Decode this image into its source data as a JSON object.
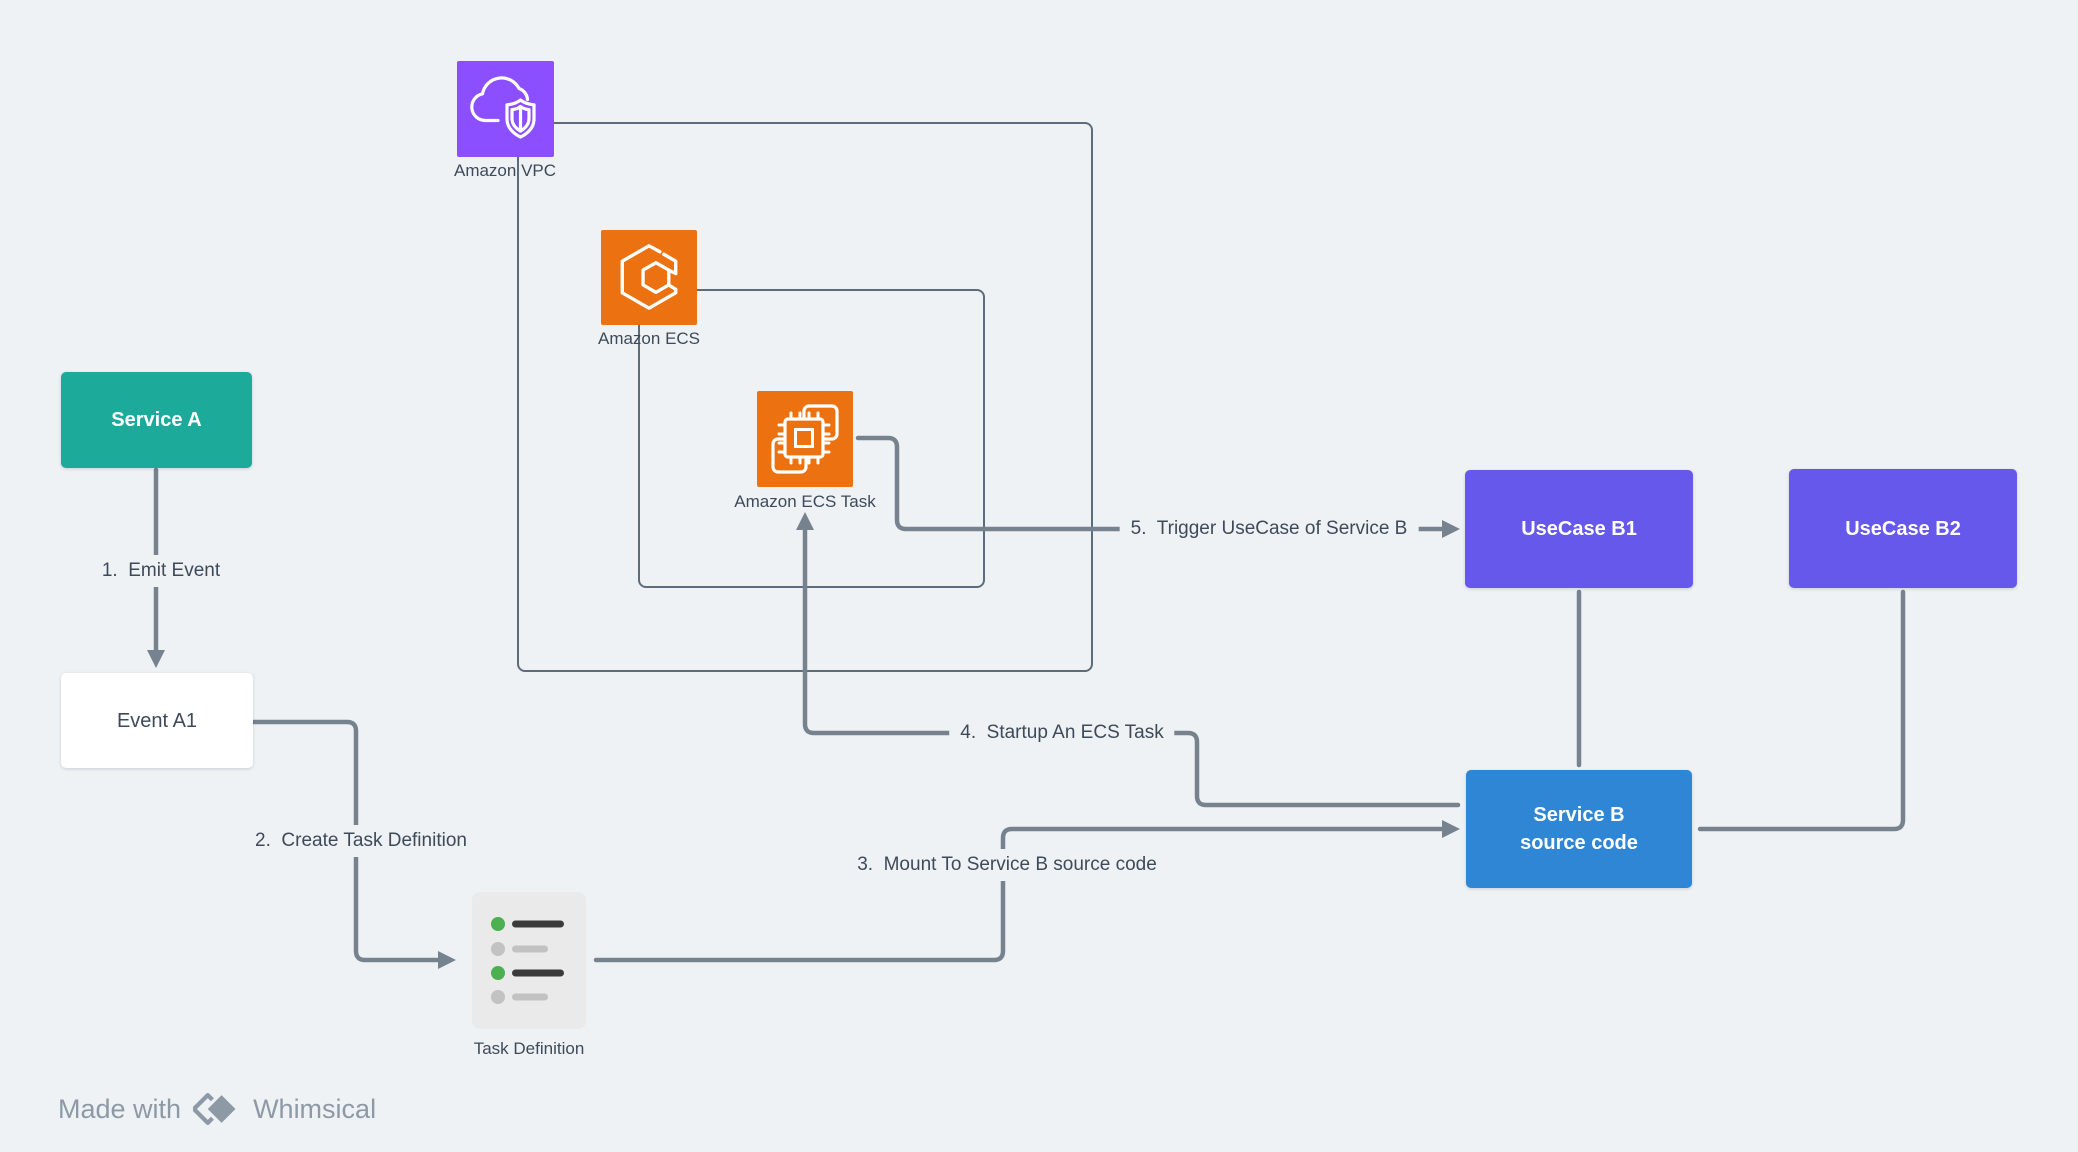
{
  "nodes": {
    "service_a": "Service A",
    "event_a1": "Event A1",
    "usecase_b1": "UseCase B1",
    "usecase_b2": "UseCase B2",
    "service_b_line1": "Service B",
    "service_b_line2": "source code"
  },
  "aws_icons": {
    "vpc_label": "Amazon VPC",
    "ecs_label": "Amazon ECS",
    "ecs_task_label": "Amazon ECS Task",
    "task_definition_label": "Task Definition",
    "vpc_icon": "aws-vpc-cloud-shield-icon",
    "ecs_icon": "aws-ecs-hexagon-icon",
    "ecs_task_icon": "aws-ecs-task-chip-icon",
    "task_definition_icon": "task-definition-list-icon"
  },
  "edge_labels": {
    "step1": "1.  Emit Event",
    "step2": "2.  Create Task Definition",
    "step3": "3.  Mount To Service B source code",
    "step4": "4.  Startup An ECS Task",
    "step5": "5.  Trigger UseCase of Service B"
  },
  "footer": {
    "made_with": "Made with",
    "brand": "Whimsical",
    "logo": "whimsical-diamonds-icon"
  },
  "colors": {
    "background": "#eff2f5",
    "connector": "#76838f",
    "container_border": "#5d6c7b",
    "label_text": "#3e4a59",
    "footer_text": "#8e99a6",
    "node_teal": "#1cab9b",
    "node_purple": "#6558ea",
    "node_blue": "#2e86d4",
    "aws_purple": "#8c4fff",
    "aws_orange": "#ec7211",
    "task_card_bg": "#eaeaea",
    "task_green": "#4caf50",
    "task_dark": "#3b3b3b",
    "task_gray": "#c2c2c2"
  }
}
